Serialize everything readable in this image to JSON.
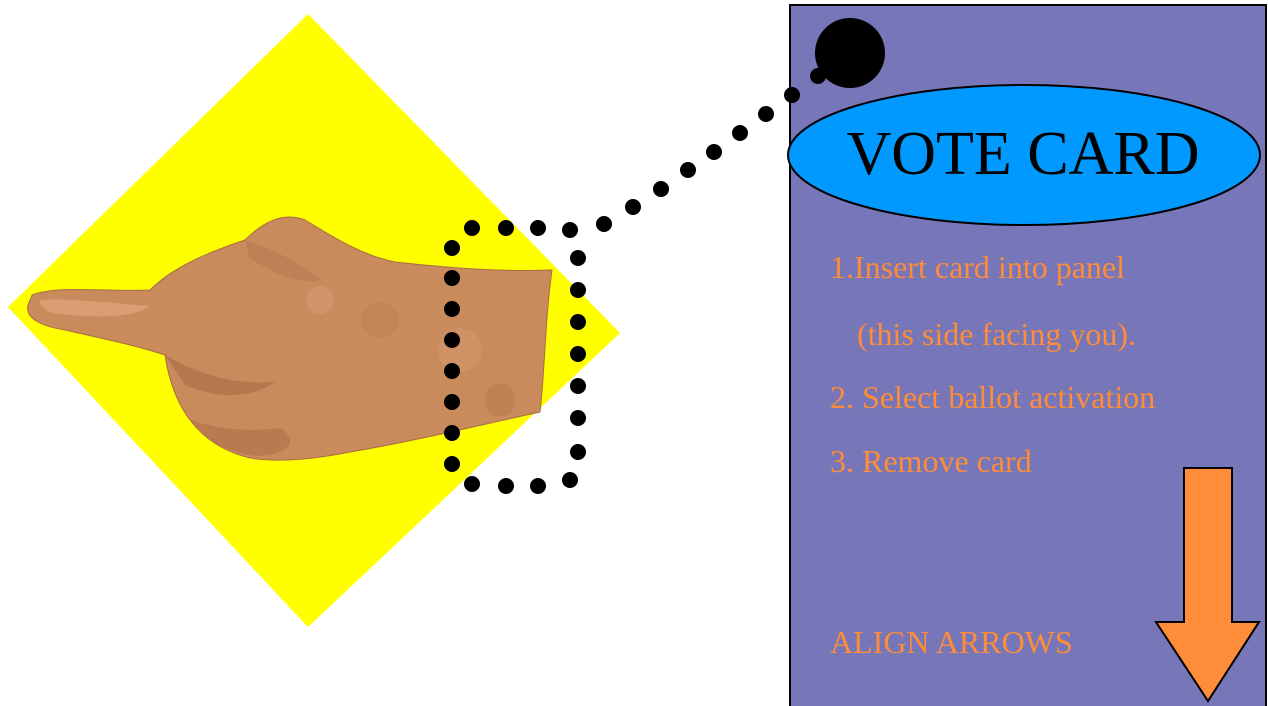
{
  "card": {
    "title": "VOTE CARD",
    "steps": [
      "1.Insert card into panel",
      "(this side facing you).",
      "2. Select ballot activation",
      "3. Remove card"
    ],
    "align_label": "ALIGN ARROWS"
  },
  "colors": {
    "card_background": "#7676b8",
    "title_oval": "#0099ff",
    "step_text": "#ff8c38",
    "arrow": "#ff8c38",
    "diamond": "#ffff00",
    "skin": "#c98a5c",
    "dots": "#000000"
  },
  "icons": [
    "pointing-hand-icon",
    "down-arrow-icon"
  ]
}
